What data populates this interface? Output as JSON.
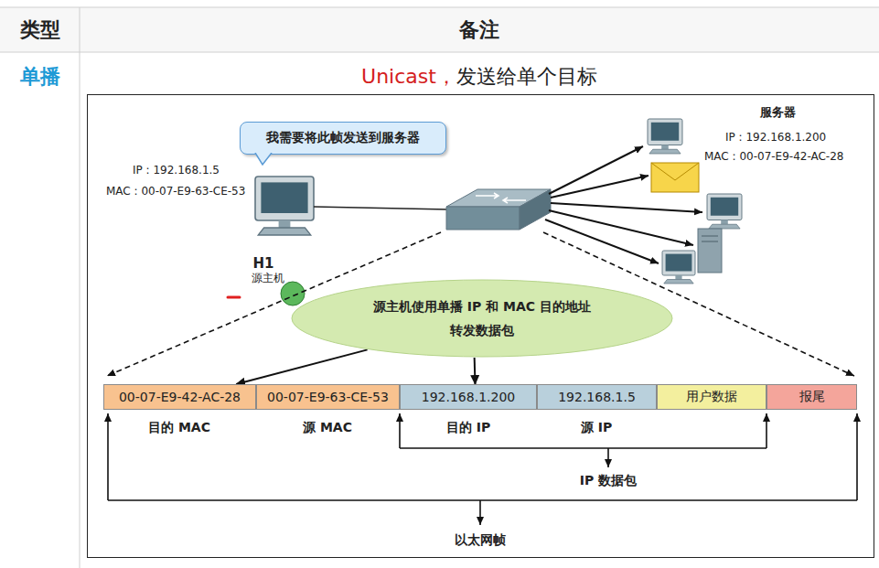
{
  "diagram": {
    "nodes": [
      {
        "text": [
          "类型"
        ]
      },
      {
        "text": [
          "备注"
        ]
      },
      {
        "text": [
          "单播"
        ]
      },
      {
        "text": [
          "Unicast，",
          "发送给单个目标"
        ]
      },
      {
        "text": [
          "我需要将此帧发送到服务器"
        ],
        "in": 3
      },
      {
        "text": [
          "源主机使用单播 IP 和 MAC 目的地址 转发数据包"
        ],
        "in": 3
      },
      {
        "text": [
          "00-07-E9-42-AC-28"
        ],
        "in": 3
      },
      {
        "text": [
          "00-07-E9-63-CE-53"
        ],
        "in": 3
      },
      {
        "text": [
          "192.168.1.200"
        ],
        "in": 3
      },
      {
        "text": [
          "192.168.1.5"
        ],
        "in": 3
      },
      {
        "text": [
          "用户数据"
        ],
        "in": 3
      },
      {
        "text": [
          "报尾"
        ],
        "in": 3
      }
    ],
    "edges": [
      {
        "from": 5,
        "to": 6,
        "arrow": "to"
      },
      {
        "from": 5,
        "to": 8,
        "arrow": "to"
      }
    ],
    "labels": [
      "IP : 192.168.1.5",
      "MAC : 00-07-E9-63-CE-53",
      "H1",
      "源主机",
      "服务器",
      "IP : 192.168.1.200",
      "MAC : 00-07-E9-42-AC-28",
      "目的 MAC",
      "源 MAC",
      "目的 IP",
      "源 IP",
      "IP 数据包",
      "以太网帧"
    ]
  }
}
